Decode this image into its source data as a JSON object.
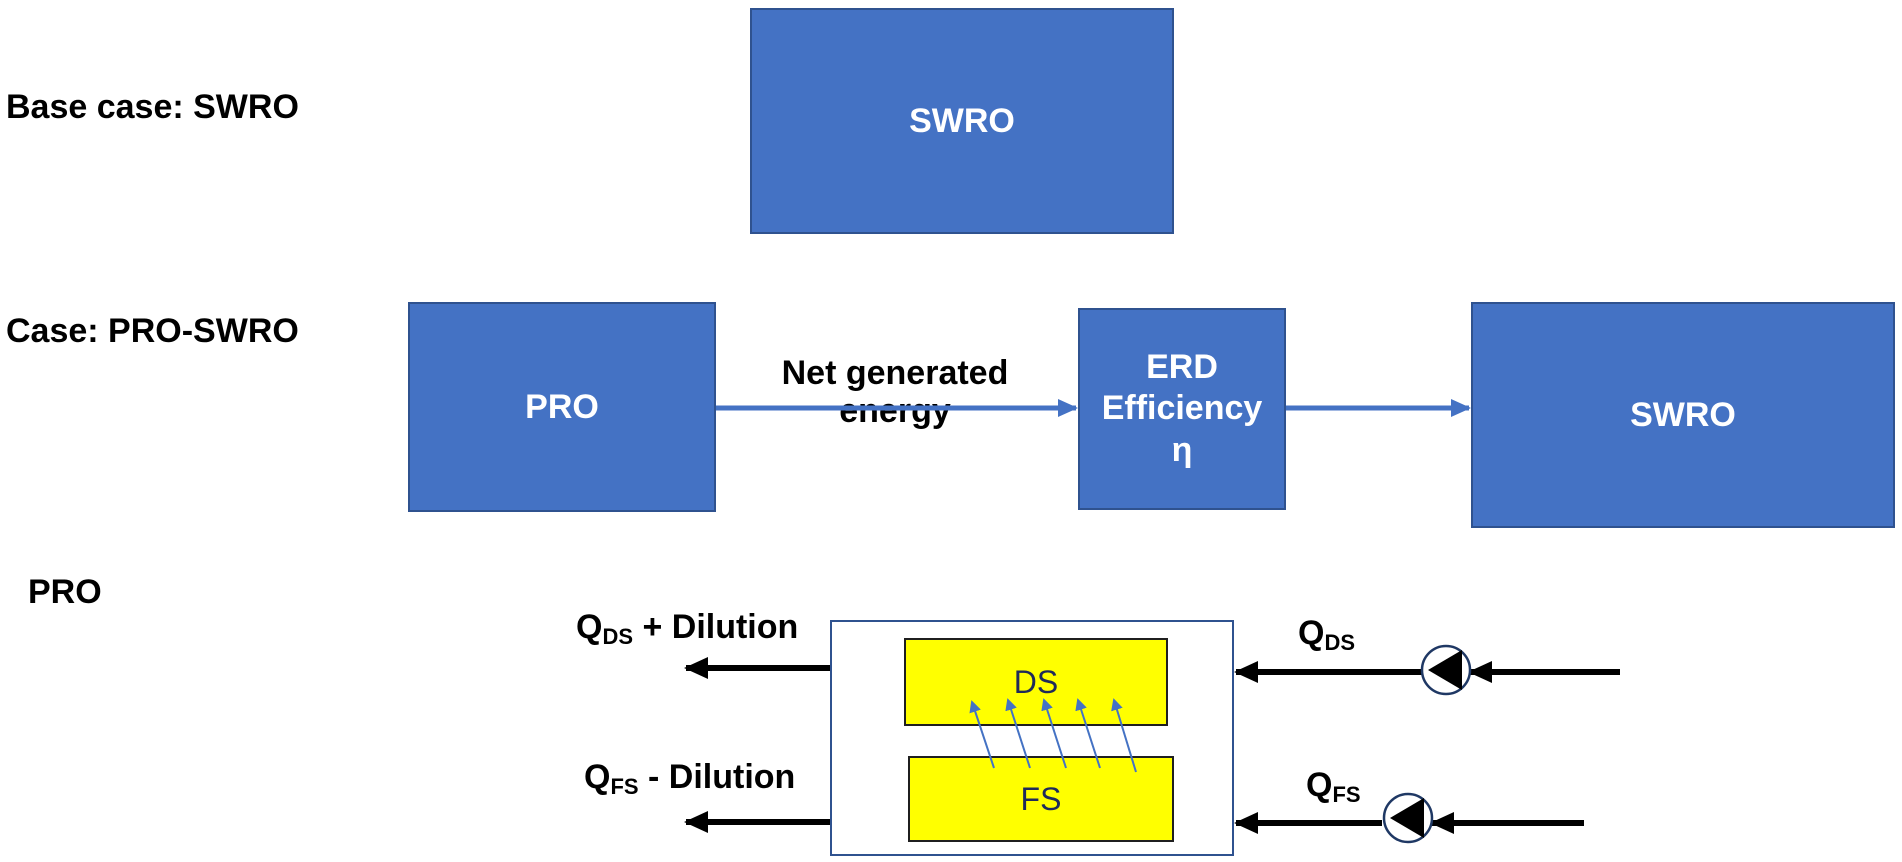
{
  "rows": {
    "base": "Base case: SWRO",
    "case": "Case: PRO-SWRO",
    "pro": "PRO"
  },
  "blocks": {
    "swro_base": "SWRO",
    "pro": "PRO",
    "erd": [
      "ERD",
      "Efficiency",
      "η"
    ],
    "swro_case": "SWRO"
  },
  "link_label": [
    "Net generated",
    "energy"
  ],
  "module": {
    "draw_solution": "DS",
    "feed_solution": "FS"
  },
  "flows": {
    "ds_out": {
      "q": "Q",
      "sub": "DS",
      "rest": " + Dilution"
    },
    "fs_out": {
      "q": "Q",
      "sub": "FS",
      "rest": " - Dilution"
    },
    "ds_in": {
      "q": "Q",
      "sub": "DS"
    },
    "fs_in": {
      "q": "Q",
      "sub": "FS"
    }
  },
  "colors": {
    "block": "#4472c4",
    "chamber": "#ffff00",
    "arrow": "#4472c4"
  }
}
